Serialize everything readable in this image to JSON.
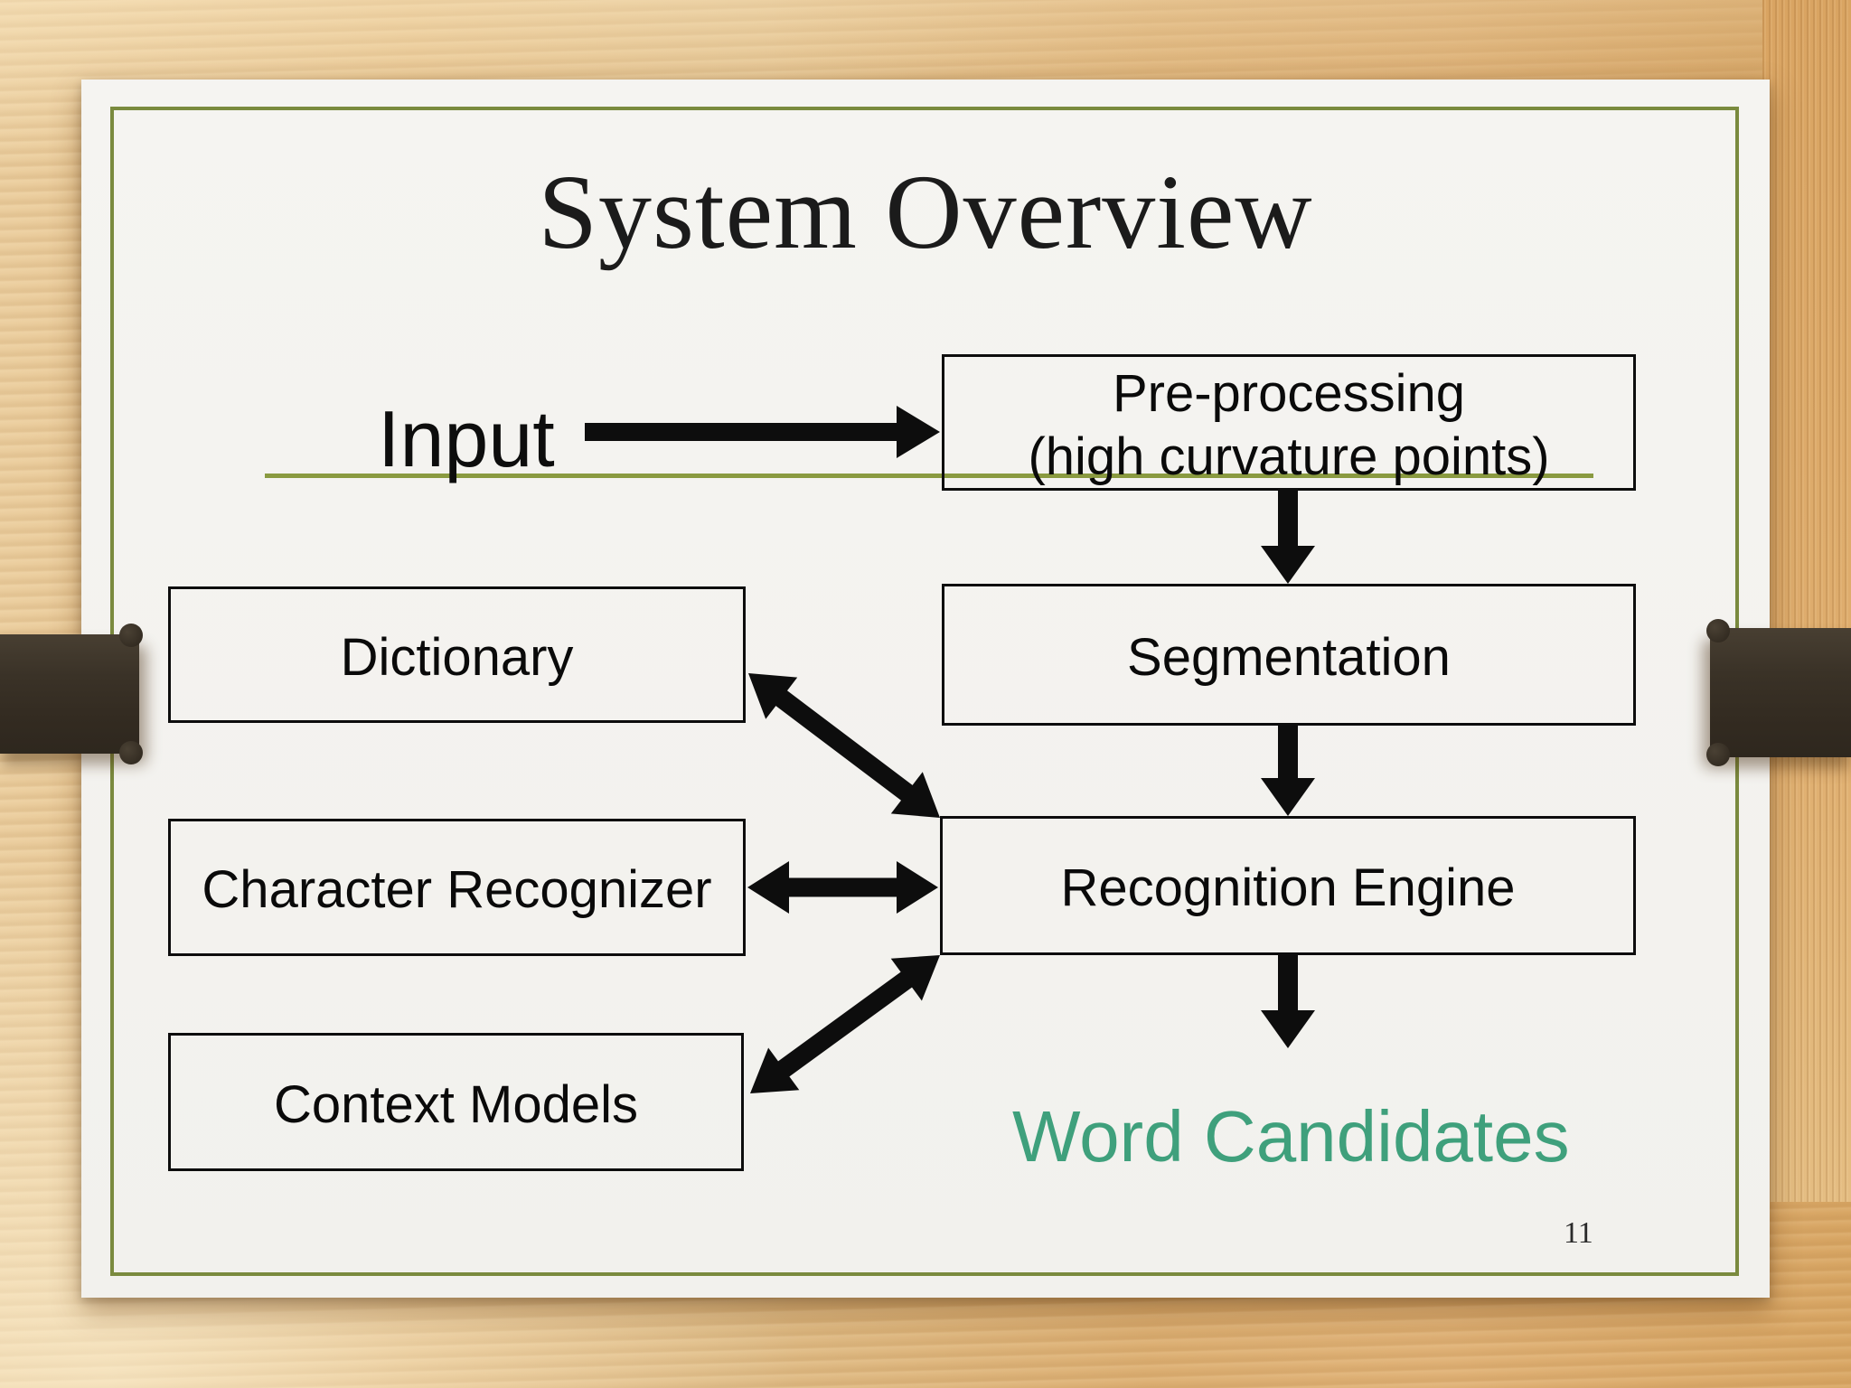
{
  "slide": {
    "title": "System Overview",
    "page_number": "11",
    "labels": {
      "input": "Input",
      "word_candidates": "Word Candidates"
    },
    "boxes": {
      "preprocessing_line1": "Pre-processing",
      "preprocessing_line2": "(high curvature points)",
      "segmentation": "Segmentation",
      "recognition_engine": "Recognition Engine",
      "dictionary": "Dictionary",
      "character_recognizer": "Character Recognizer",
      "context_models": "Context Models"
    },
    "edges": [
      {
        "from": "Input",
        "to": "Pre-processing (high curvature points)",
        "bidirectional": false
      },
      {
        "from": "Pre-processing (high curvature points)",
        "to": "Segmentation",
        "bidirectional": false
      },
      {
        "from": "Segmentation",
        "to": "Recognition Engine",
        "bidirectional": false
      },
      {
        "from": "Dictionary",
        "to": "Recognition Engine",
        "bidirectional": true
      },
      {
        "from": "Character Recognizer",
        "to": "Recognition Engine",
        "bidirectional": true
      },
      {
        "from": "Context Models",
        "to": "Recognition Engine",
        "bidirectional": true
      },
      {
        "from": "Recognition Engine",
        "to": "Word Candidates",
        "bidirectional": false
      }
    ],
    "colors": {
      "frame_green": "#7a8a3e",
      "underline_green": "#8a9a40",
      "word_candidates_green": "#3fa07c",
      "ribbon_brown": "#3a3227",
      "arrow_black": "#0d0d0d",
      "paper_white": "#f3f2ef",
      "wood_tan": "#e0b277"
    }
  }
}
